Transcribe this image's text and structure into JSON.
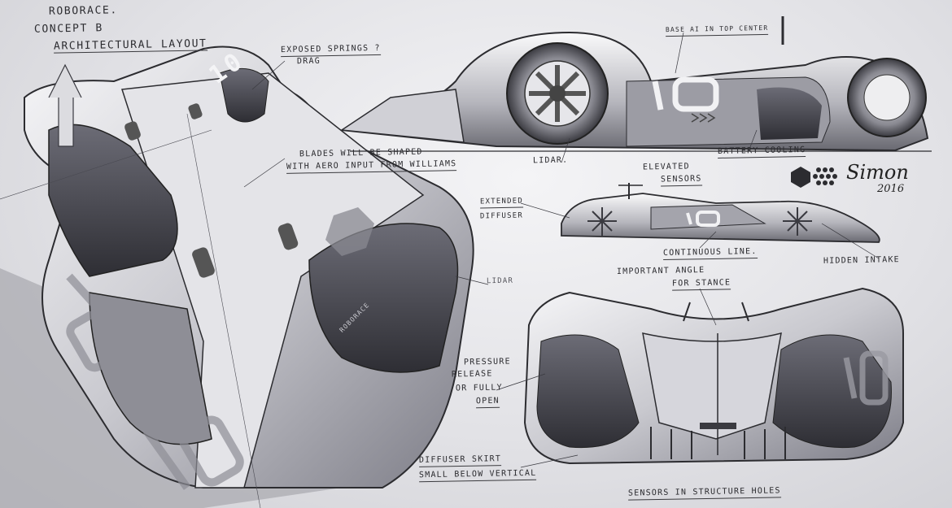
{
  "title_block": {
    "line1": "ROBORACE.",
    "line2": "CONCEPT B",
    "line3": "ARCHITECTURAL LAYOUT"
  },
  "annotations": {
    "exposed_springs": "EXPOSED SPRINGS ?",
    "exposed_springs_sub": "DRAG",
    "blades_line1": "BLADES WILL BE SHAPED",
    "blades_line2": "WITH AERO INPUT FROM WILLIAMS",
    "base_ai": "BASE AI IN TOP CENTER",
    "lidar_side": "LIDAR.",
    "battery_cooling": "BATTERY COOLING",
    "elevated_line1": "ELEVATED",
    "elevated_line2": "SENSORS",
    "extended_line1": "EXTENDED",
    "extended_line2": "DIFFUSER",
    "continuous_line": "CONTINUOUS LINE.",
    "hidden_intake": "HIDDEN INTAKE",
    "lidar_front": "LIDAR",
    "important_line1": "IMPORTANT ANGLE",
    "important_line2": "FOR STANCE",
    "pressure_line1": "PRESSURE",
    "pressure_line2": "RELEASE",
    "pressure_line3": "OR FULLY",
    "pressure_line4": "OPEN",
    "diffuser_line1": "DIFFUSER SKIRT",
    "diffuser_line2": "SMALL BELOW VERTICAL",
    "sensors_holes": "SENSORS IN STRUCTURE HOLES"
  },
  "car": {
    "number": "10",
    "brand": "ROBORACE"
  },
  "signature": {
    "name": "Simon",
    "year": "2016"
  },
  "colors": {
    "paper": "#e6e6ea",
    "ink": "#2c2c30",
    "body_light": "#f0f0f2",
    "body_mid": "#b9b9c0",
    "body_dark": "#4a4a52"
  }
}
